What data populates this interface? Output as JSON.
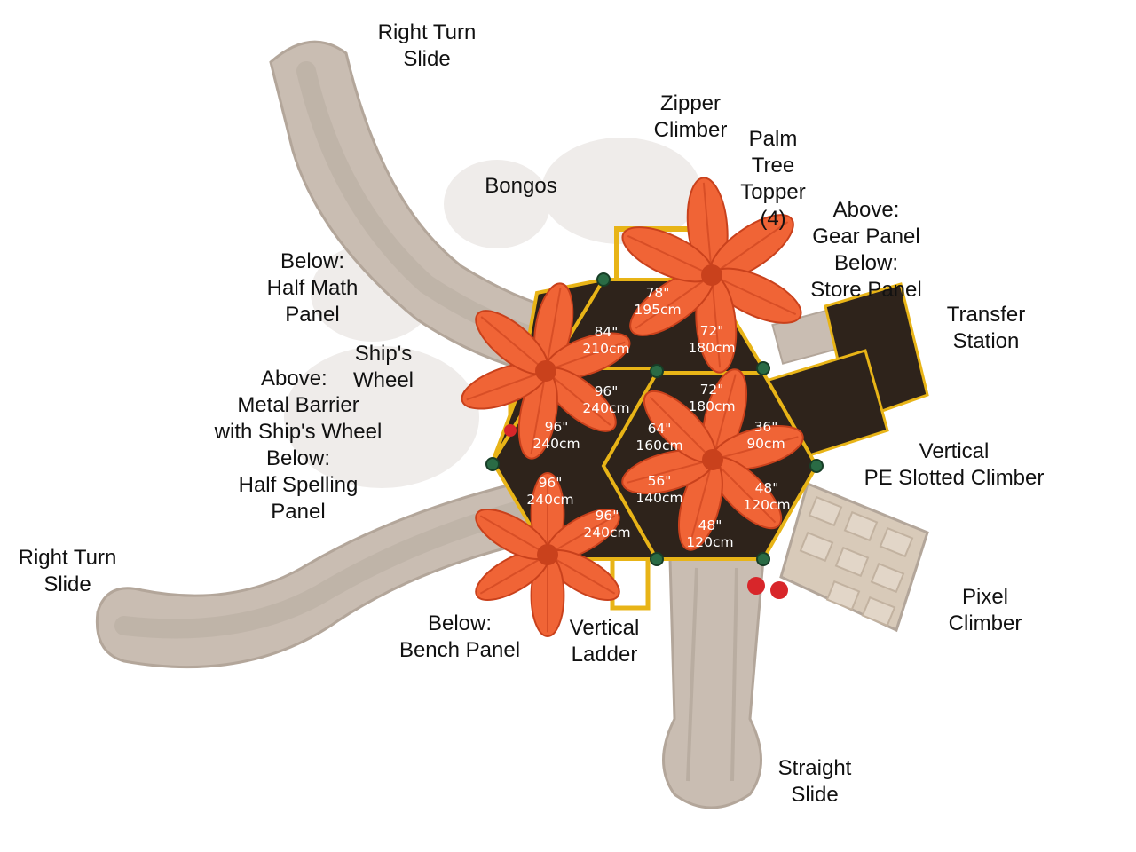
{
  "colors": {
    "slide": "#c9bdb2",
    "slide_edge": "#b3a69a",
    "deck": "#2e231b",
    "frame": "#e8b417",
    "canopy": "#f06436",
    "canopy_dark": "#c9411c",
    "post": "#2a6b45",
    "shadow": "#ece9e6",
    "climber": "#d8cab9",
    "accent_red": "#d8262a"
  },
  "labels": [
    {
      "id": "right-turn-slide-top",
      "lines": [
        "Right Turn",
        "Slide"
      ]
    },
    {
      "id": "zipper-climber",
      "lines": [
        "Zipper",
        "Climber"
      ]
    },
    {
      "id": "palm-tree-topper",
      "lines": [
        "Palm",
        "Tree",
        "Topper",
        "(4)"
      ]
    },
    {
      "id": "bongos",
      "lines": [
        "Bongos"
      ]
    },
    {
      "id": "gear-store-panel",
      "lines": [
        "Above:",
        "Gear Panel",
        "Below:",
        "Store Panel"
      ]
    },
    {
      "id": "half-math-panel",
      "lines": [
        "Below:",
        "Half Math",
        "Panel"
      ]
    },
    {
      "id": "transfer-station",
      "lines": [
        "Transfer",
        "Station"
      ]
    },
    {
      "id": "ships-wheel",
      "lines": [
        "Ship's",
        "Wheel"
      ]
    },
    {
      "id": "metal-barrier-spelling",
      "lines": [
        "Above:",
        "Metal Barrier",
        "with Ship's Wheel",
        "Below:",
        "Half Spelling",
        "Panel"
      ]
    },
    {
      "id": "vertical-pe-slotted-climber",
      "lines": [
        "Vertical",
        "PE Slotted Climber"
      ]
    },
    {
      "id": "right-turn-slide-left",
      "lines": [
        "Right Turn",
        "Slide"
      ]
    },
    {
      "id": "pixel-climber",
      "lines": [
        "Pixel",
        "Climber"
      ]
    },
    {
      "id": "bench-panel",
      "lines": [
        "Below:",
        "Bench Panel"
      ]
    },
    {
      "id": "vertical-ladder",
      "lines": [
        "Vertical",
        "Ladder"
      ]
    },
    {
      "id": "straight-slide",
      "lines": [
        "Straight",
        "Slide"
      ]
    }
  ],
  "dimensions": [
    {
      "imperial": "78\"",
      "metric": "195cm"
    },
    {
      "imperial": "84\"",
      "metric": "210cm"
    },
    {
      "imperial": "72\"",
      "metric": "180cm"
    },
    {
      "imperial": "96\"",
      "metric": "240cm"
    },
    {
      "imperial": "72\"",
      "metric": "180cm"
    },
    {
      "imperial": "96\"",
      "metric": "240cm"
    },
    {
      "imperial": "64\"",
      "metric": "160cm"
    },
    {
      "imperial": "36\"",
      "metric": "90cm"
    },
    {
      "imperial": "96\"",
      "metric": "240cm"
    },
    {
      "imperial": "56\"",
      "metric": "140cm"
    },
    {
      "imperial": "48\"",
      "metric": "120cm"
    },
    {
      "imperial": "96\"",
      "metric": "240cm"
    },
    {
      "imperial": "48\"",
      "metric": "120cm"
    }
  ]
}
